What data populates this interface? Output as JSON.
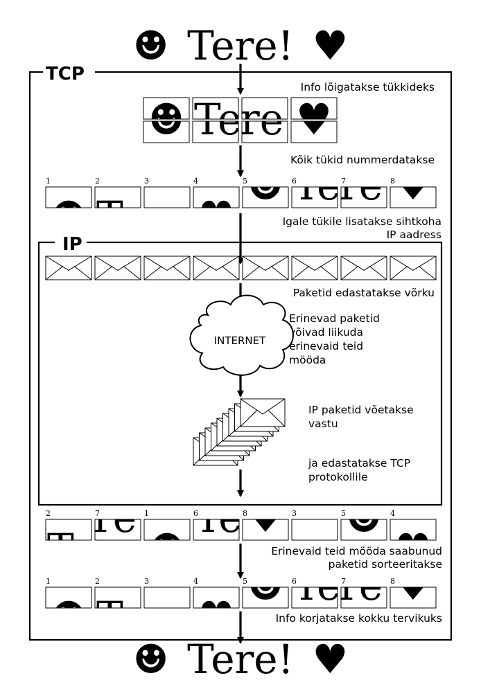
{
  "message": {
    "smiley": "☻",
    "text": "Tere!",
    "heart": "♥"
  },
  "tcp_label": "TCP",
  "ip_label": "IP",
  "steps": {
    "split": "Info lõigatakse tükkideks",
    "number": "Kõik tükid nummerdatakse",
    "address_line1": "Igale tükile lisatakse sihtkoha",
    "address_line2": "IP aadress",
    "send": "Paketid edastatakse võrku",
    "routes": [
      "Erinevad paketid",
      "võivad liikuda",
      "erinevaid teid",
      "mööda"
    ],
    "receive": [
      "IP paketid võetakse",
      "vastu"
    ],
    "forward": [
      "ja edastatakse TCP",
      "protokollile"
    ],
    "sort_line1": "Erinevaid teid mööda saabunud",
    "sort_line2": "paketid sorteeritakse",
    "assemble": "Info korjatakse kokku tervikuks"
  },
  "internet_label": "INTERNET",
  "ordered_numbers": [
    "1",
    "2",
    "3",
    "4",
    "5",
    "6",
    "7",
    "8"
  ],
  "arrival_numbers": [
    "2",
    "7",
    "1",
    "6",
    "8",
    "3",
    "5",
    "4"
  ],
  "envelope_icon": "envelope-icon",
  "cloud_icon": "cloud-icon"
}
